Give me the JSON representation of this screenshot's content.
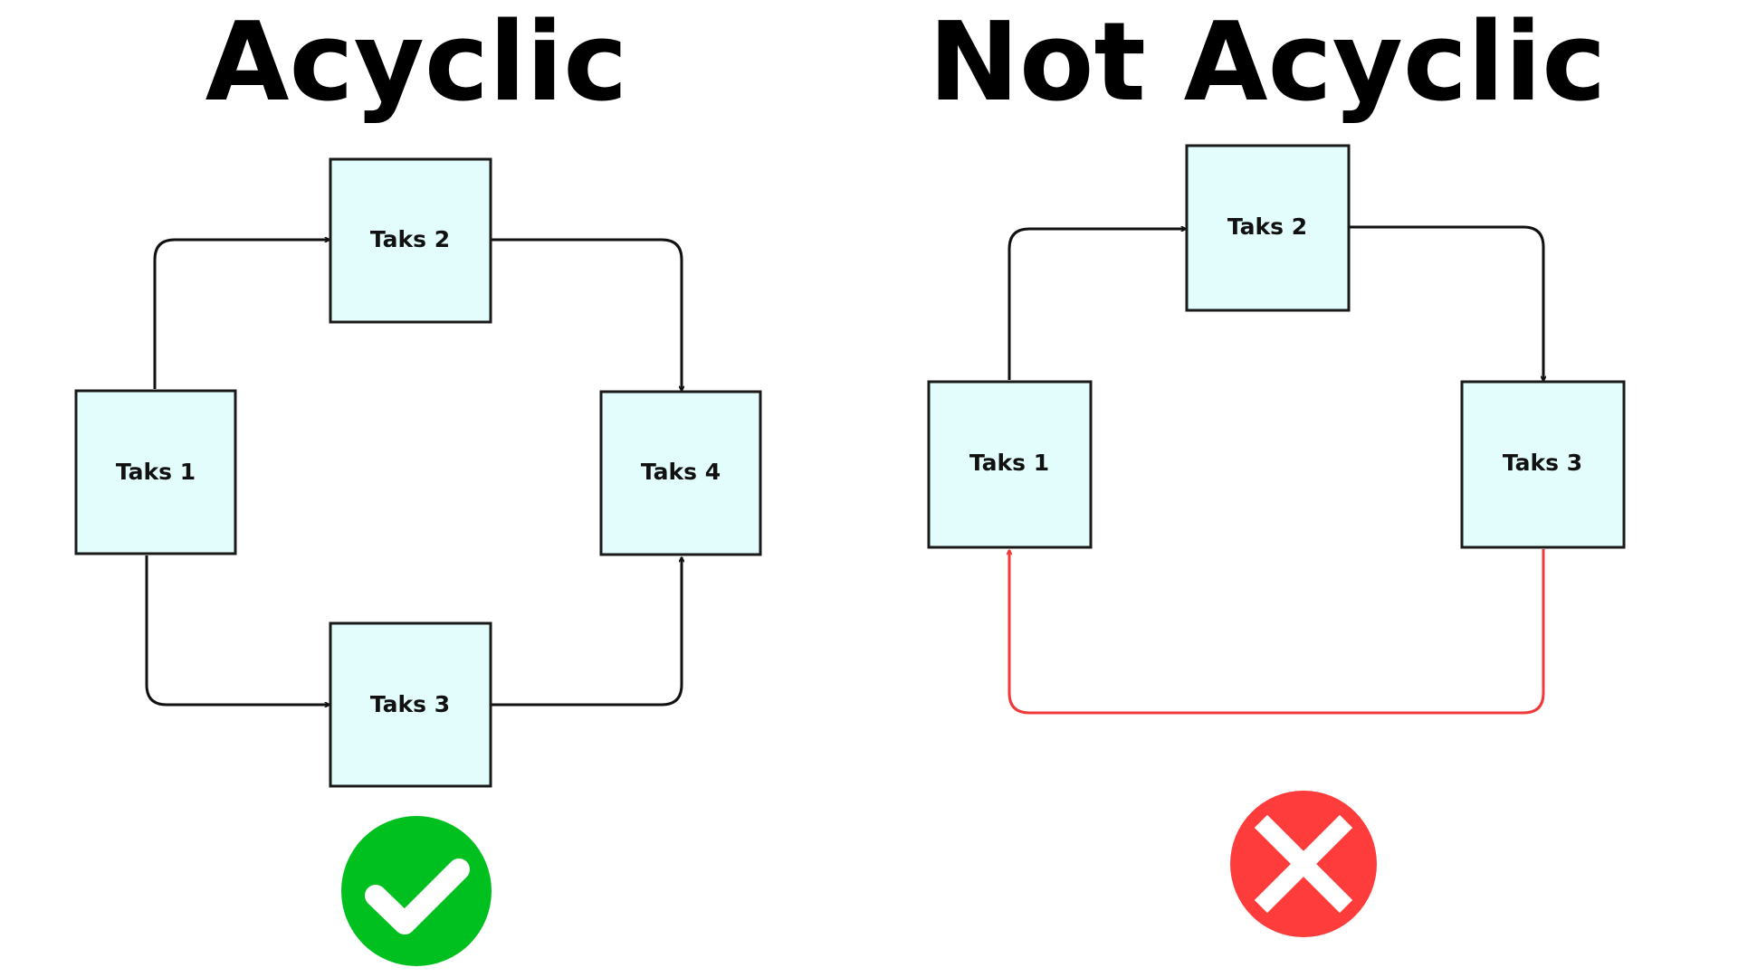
{
  "panels": {
    "left": {
      "title": "Acyclic",
      "nodes": {
        "task1": "Taks 1",
        "task2": "Taks 2",
        "task3": "Taks 3",
        "task4": "Taks 4"
      },
      "status_icon": "check-icon"
    },
    "right": {
      "title": "Not Acyclic",
      "nodes": {
        "task1": "Taks 1",
        "task2": "Taks 2",
        "task3": "Taks 3"
      },
      "status_icon": "cross-icon"
    }
  },
  "colors": {
    "node_fill": "#e3fdfd",
    "edge": "#111111",
    "cycle_edge": "#f0393b",
    "success": "#00c01f",
    "error": "#fe3c3c"
  }
}
